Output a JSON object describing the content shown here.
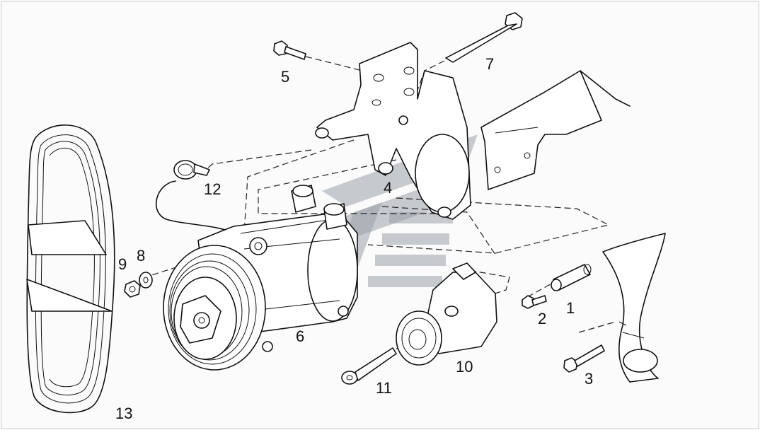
{
  "diagram": {
    "callouts": [
      {
        "id": "1",
        "text": "1"
      },
      {
        "id": "2",
        "text": "2"
      },
      {
        "id": "3",
        "text": "3"
      },
      {
        "id": "4",
        "text": "4"
      },
      {
        "id": "5",
        "text": "5"
      },
      {
        "id": "6",
        "text": "6"
      },
      {
        "id": "7",
        "text": "7"
      },
      {
        "id": "8",
        "text": "8"
      },
      {
        "id": "9",
        "text": "9"
      },
      {
        "id": "10",
        "text": "10"
      },
      {
        "id": "11",
        "text": "11"
      },
      {
        "id": "12",
        "text": "12"
      },
      {
        "id": "13",
        "text": "13"
      }
    ],
    "colors": {
      "line": "#111111",
      "watermark": "#9aa0aa",
      "background": "#fbfbfb"
    }
  }
}
